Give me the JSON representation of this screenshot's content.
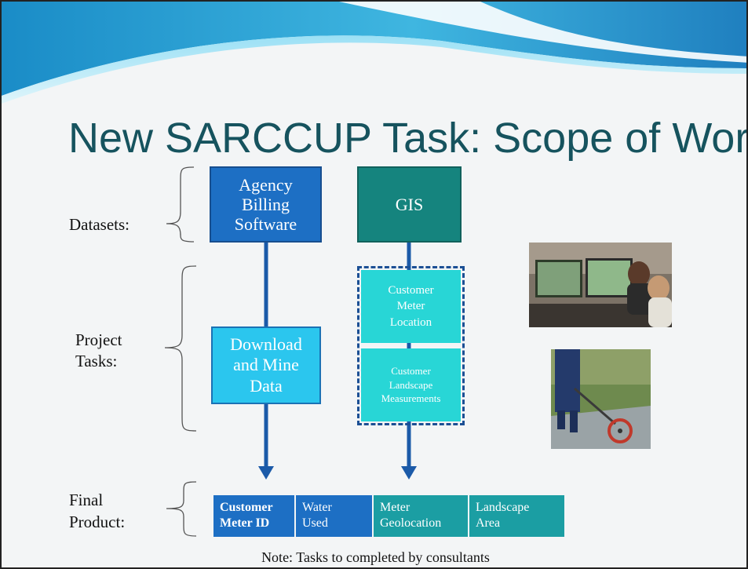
{
  "slide": {
    "title": "New SARCCUP Task: Scope of Work",
    "note": "Note: Tasks to completed by consultants"
  },
  "labels": {
    "datasets": "Datasets:",
    "project_tasks_1": "Project",
    "project_tasks_2": "Tasks:",
    "final_product_1": "Final",
    "final_product_2": "Product:"
  },
  "boxes": {
    "agency_billing": [
      "Agency",
      "Billing",
      "Software"
    ],
    "gis": "GIS",
    "download_mine": [
      "Download",
      "and Mine",
      "Data"
    ],
    "meter_location": [
      "Customer",
      "Meter",
      "Location"
    ],
    "landscape_measurements": [
      "Customer",
      "Landscape",
      "Measurements"
    ]
  },
  "final_product": [
    {
      "line1": "Customer",
      "line2": "Meter ID",
      "bold": true,
      "color": "#1d6fc4"
    },
    {
      "line1": "Water",
      "line2": "Used",
      "bold": false,
      "color": "#1d6fc4"
    },
    {
      "line1": "Meter",
      "line2": "Geolocation",
      "bold": false,
      "color": "#1b9ea3"
    },
    {
      "line1": "Landscape",
      "line2": "Area",
      "bold": false,
      "color": "#1b9ea3"
    }
  ],
  "colors": {
    "title": "#16535e",
    "dark_blue": "#1d6fc4",
    "teal": "#15847e",
    "light_blue": "#2bc6ee",
    "cyan": "#28d6d6",
    "arrow": "#1b5aa8"
  }
}
